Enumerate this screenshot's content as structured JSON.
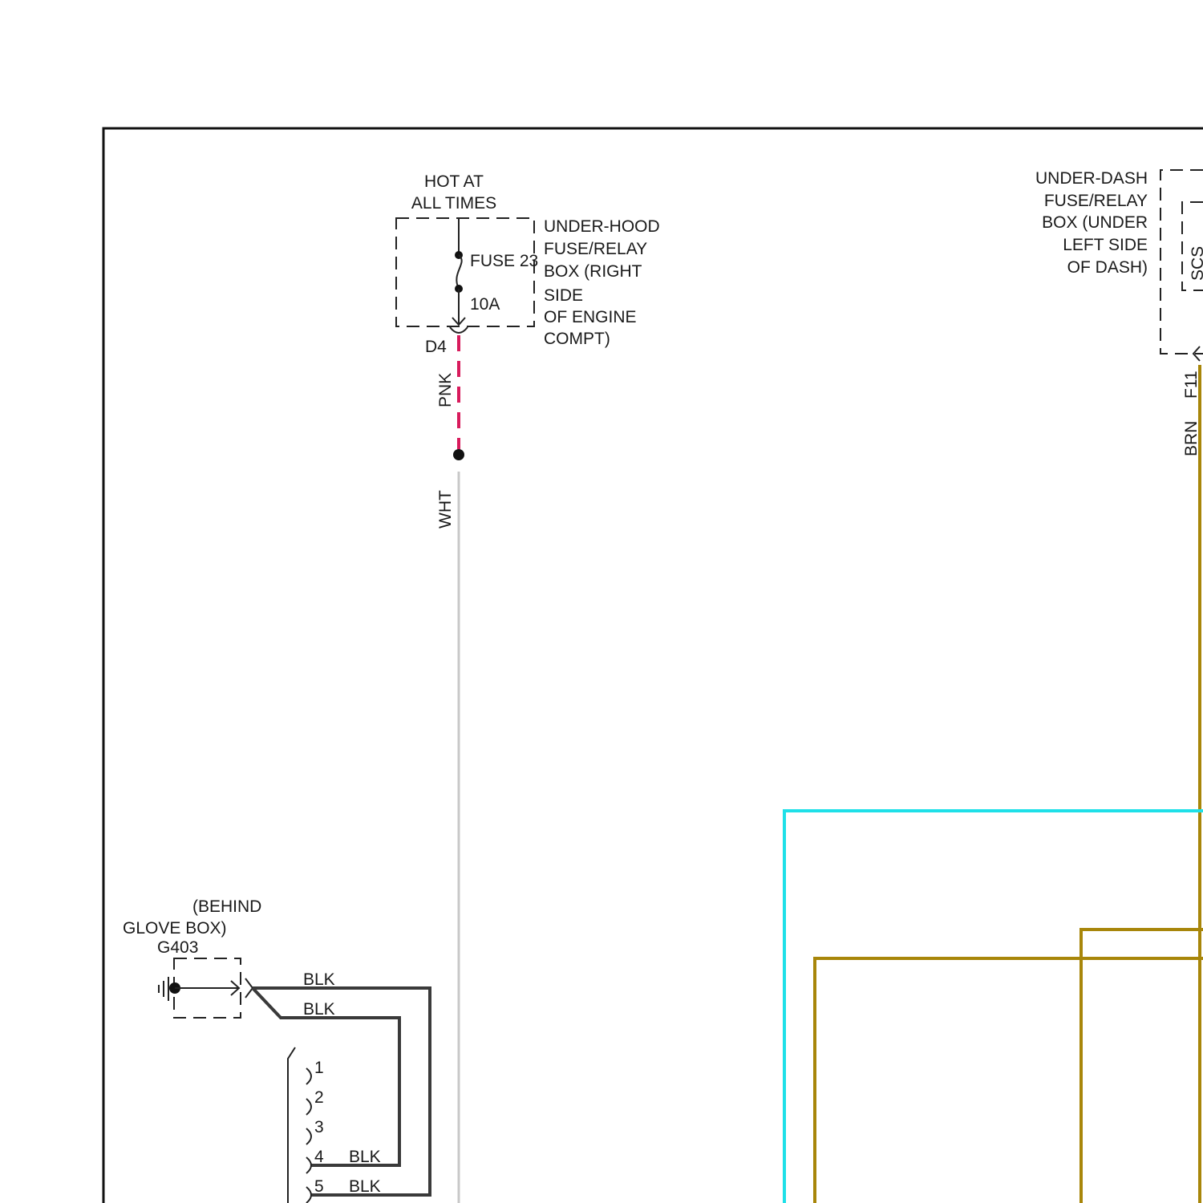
{
  "underhood_box": {
    "hot_line1": "HOT AT",
    "hot_line2": "ALL TIMES",
    "fuse_name": "FUSE 23",
    "fuse_rating": "10A",
    "label_lines": [
      "UNDER-HOOD",
      "FUSE/RELAY",
      "BOX (RIGHT",
      "SIDE",
      "OF ENGINE",
      "COMPT)"
    ],
    "connector": "D4"
  },
  "underdash_box": {
    "label_lines": [
      "UNDER-DASH",
      "FUSE/RELAY",
      "BOX (UNDER",
      "LEFT SIDE",
      "OF DASH)"
    ],
    "connector": "F11",
    "partial_label": "SCS"
  },
  "wires": {
    "pnk": {
      "label": "PNK",
      "color": "#d81b5c"
    },
    "wht": {
      "label": "WHT",
      "color": "#c8c8c8"
    },
    "brn": {
      "label": "BRN",
      "color": "#a8860a"
    },
    "blk": {
      "label": "BLK",
      "color": "#3a3a3a"
    },
    "cyan": {
      "color": "#1ee0e8"
    }
  },
  "ground": {
    "location_line1": "(BEHIND",
    "location_line2": "GLOVE BOX)",
    "id": "G403",
    "wire_label_top": "BLK",
    "wire_label_bottom": "BLK"
  },
  "connector_pins": [
    {
      "pin": "1",
      "wire": ""
    },
    {
      "pin": "2",
      "wire": ""
    },
    {
      "pin": "3",
      "wire": ""
    },
    {
      "pin": "4",
      "wire": "BLK"
    },
    {
      "pin": "5",
      "wire": "BLK"
    }
  ]
}
